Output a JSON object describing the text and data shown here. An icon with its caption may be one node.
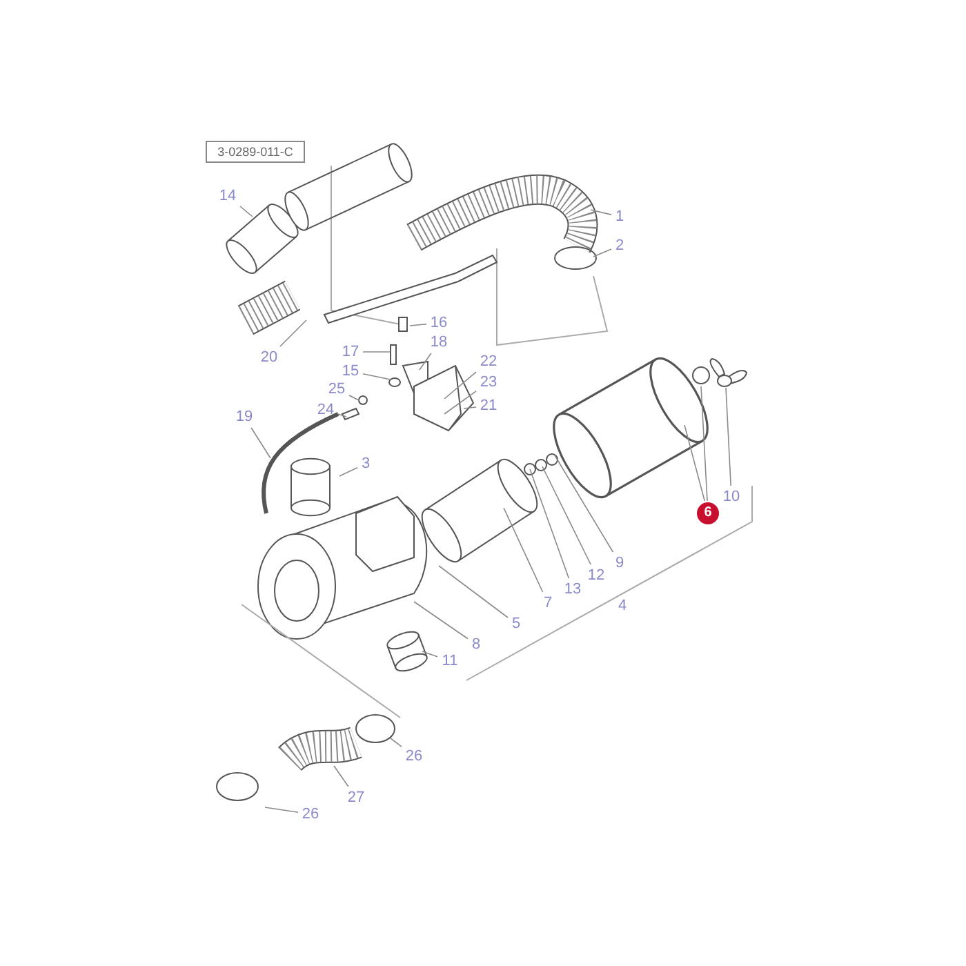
{
  "diagram": {
    "nodes": [
      {
        "text": [
          "3-0289-011-C"
        ]
      },
      {
        "text": [
          "14"
        ]
      },
      {
        "text": [
          "1"
        ]
      },
      {
        "text": [
          "2"
        ]
      },
      {
        "text": [
          "16"
        ]
      },
      {
        "text": [
          "18"
        ]
      },
      {
        "text": [
          "17"
        ]
      },
      {
        "text": [
          "20"
        ]
      },
      {
        "text": [
          "15"
        ]
      },
      {
        "text": [
          "22"
        ]
      },
      {
        "text": [
          "23"
        ]
      },
      {
        "text": [
          "21"
        ]
      },
      {
        "text": [
          "25"
        ]
      },
      {
        "text": [
          "24"
        ]
      },
      {
        "text": [
          "19"
        ]
      },
      {
        "text": [
          "3"
        ]
      },
      {
        "text": [
          "10"
        ]
      },
      {
        "text": [
          "6"
        ]
      },
      {
        "text": [
          "9"
        ]
      },
      {
        "text": [
          "12"
        ]
      },
      {
        "text": [
          "13"
        ]
      },
      {
        "text": [
          "7"
        ]
      },
      {
        "text": [
          "5"
        ]
      },
      {
        "text": [
          "8"
        ]
      },
      {
        "text": [
          "11"
        ]
      },
      {
        "text": [
          "26"
        ]
      },
      {
        "text": [
          "27"
        ]
      },
      {
        "text": [
          "26"
        ]
      }
    ],
    "edges": [
      {
        "from": 1,
        "to": null,
        "arrow": "none"
      },
      {
        "from": 2,
        "to": null,
        "arrow": "none"
      },
      {
        "from": 3,
        "to": null,
        "arrow": "none"
      },
      {
        "from": 4,
        "to": null,
        "arrow": "none"
      },
      {
        "from": 5,
        "to": null,
        "arrow": "none"
      },
      {
        "from": 6,
        "to": null,
        "arrow": "none"
      },
      {
        "from": 7,
        "to": null,
        "arrow": "none"
      },
      {
        "from": 8,
        "to": null,
        "arrow": "none"
      },
      {
        "from": 9,
        "to": null,
        "arrow": "none"
      },
      {
        "from": 10,
        "to": null,
        "arrow": "none"
      },
      {
        "from": 11,
        "to": null,
        "arrow": "none"
      },
      {
        "from": 12,
        "to": null,
        "arrow": "none"
      },
      {
        "from": 13,
        "to": null,
        "arrow": "none"
      },
      {
        "from": 14,
        "to": null,
        "arrow": "none"
      },
      {
        "from": 15,
        "to": null,
        "arrow": "none"
      },
      {
        "from": 16,
        "to": null,
        "arrow": "none"
      },
      {
        "from": 17,
        "to": null,
        "arrow": "none"
      },
      {
        "from": 17,
        "to": null,
        "arrow": "none"
      },
      {
        "from": 18,
        "to": null,
        "arrow": "none"
      },
      {
        "from": 19,
        "to": null,
        "arrow": "none"
      },
      {
        "from": 20,
        "to": null,
        "arrow": "none"
      },
      {
        "from": 21,
        "to": null,
        "arrow": "none"
      },
      {
        "from": 22,
        "to": null,
        "arrow": "none"
      },
      {
        "from": 23,
        "to": null,
        "arrow": "none"
      },
      {
        "from": 24,
        "to": null,
        "arrow": "none"
      },
      {
        "from": 25,
        "to": null,
        "arrow": "none"
      },
      {
        "from": 26,
        "to": null,
        "arrow": "none"
      },
      {
        "from": 27,
        "to": null,
        "arrow": "none"
      }
    ],
    "labels": [
      "4"
    ]
  }
}
